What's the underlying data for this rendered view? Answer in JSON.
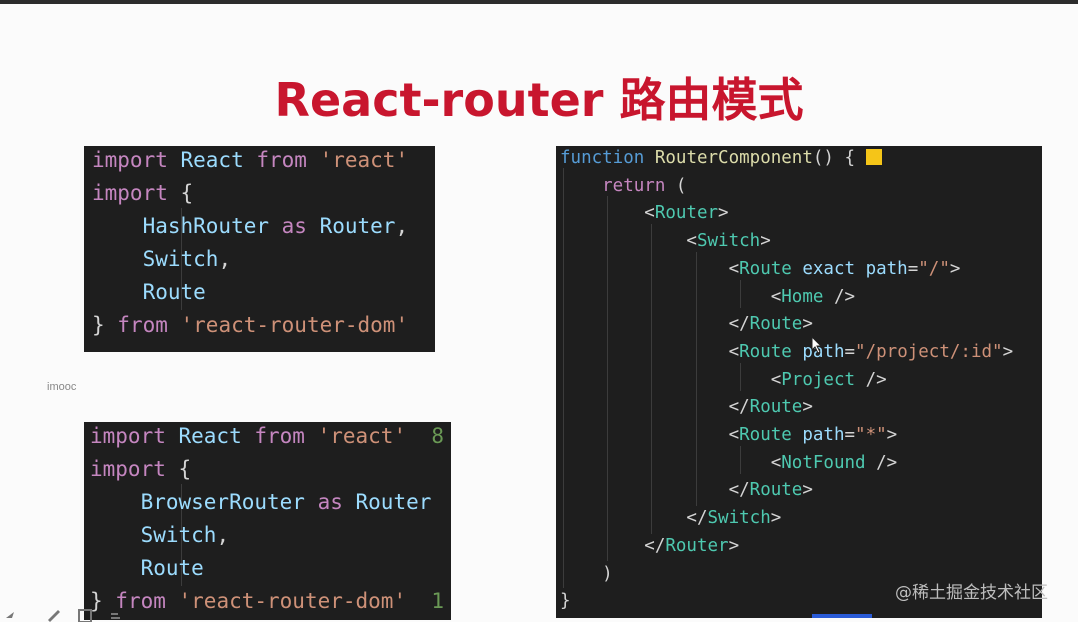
{
  "slide": {
    "title": "React-router 路由模式",
    "watermark_left": "imooc",
    "watermark_right": "@稀土掘金技术社区"
  },
  "code_hash": {
    "lines": [
      [
        {
          "t": "import",
          "c": "kw"
        },
        {
          "t": " React ",
          "c": "id"
        },
        {
          "t": "from",
          "c": "kw"
        },
        {
          "t": " 'react'",
          "c": "str"
        }
      ],
      [
        {
          "t": "import",
          "c": "kw"
        },
        {
          "t": " {",
          "c": "pl"
        }
      ],
      [
        {
          "t": "    HashRouter ",
          "c": "id"
        },
        {
          "t": "as",
          "c": "kw"
        },
        {
          "t": " Router",
          "c": "id"
        },
        {
          "t": ",",
          "c": "pl"
        }
      ],
      [
        {
          "t": "    Switch",
          "c": "id"
        },
        {
          "t": ",",
          "c": "pl"
        }
      ],
      [
        {
          "t": "    Route",
          "c": "id"
        }
      ],
      [
        {
          "t": "} ",
          "c": "pl"
        },
        {
          "t": "from",
          "c": "kw"
        },
        {
          "t": " 'react-router-dom'",
          "c": "str"
        }
      ]
    ]
  },
  "code_browser": {
    "lines": [
      [
        {
          "t": "import",
          "c": "kw"
        },
        {
          "t": " React ",
          "c": "id"
        },
        {
          "t": "from",
          "c": "kw"
        },
        {
          "t": " 'react'",
          "c": "str"
        },
        {
          "t": "  8",
          "c": "gr"
        }
      ],
      [
        {
          "t": "import",
          "c": "kw"
        },
        {
          "t": " {",
          "c": "pl"
        }
      ],
      [
        {
          "t": "    BrowserRouter ",
          "c": "id"
        },
        {
          "t": "as",
          "c": "kw"
        },
        {
          "t": " Router",
          "c": "id"
        }
      ],
      [
        {
          "t": "    Switch",
          "c": "id"
        },
        {
          "t": ",",
          "c": "pl"
        }
      ],
      [
        {
          "t": "    Route",
          "c": "id"
        }
      ],
      [
        {
          "t": "} ",
          "c": "pl"
        },
        {
          "t": "from",
          "c": "kw"
        },
        {
          "t": " 'react-router-dom'",
          "c": "str"
        },
        {
          "t": "  1",
          "c": "gr"
        }
      ]
    ]
  },
  "code_component": {
    "lines": [
      [
        {
          "t": "function",
          "c": "bl"
        },
        {
          "t": " RouterComponent",
          "c": "fn"
        },
        {
          "t": "() { ",
          "c": "pl"
        },
        {
          "t": "SQ",
          "c": "sq"
        }
      ],
      [
        {
          "t": "    return",
          "c": "kw"
        },
        {
          "t": " (",
          "c": "pl"
        }
      ],
      [
        {
          "t": "        <",
          "c": "pl"
        },
        {
          "t": "Router",
          "c": "tag"
        },
        {
          "t": ">",
          "c": "pl"
        }
      ],
      [
        {
          "t": "            <",
          "c": "pl"
        },
        {
          "t": "Switch",
          "c": "tag"
        },
        {
          "t": ">",
          "c": "pl"
        }
      ],
      [
        {
          "t": "                <",
          "c": "pl"
        },
        {
          "t": "Route",
          "c": "tag"
        },
        {
          "t": " exact path",
          "c": "id"
        },
        {
          "t": "=",
          "c": "pl"
        },
        {
          "t": "\"/\"",
          "c": "str"
        },
        {
          "t": ">",
          "c": "pl"
        }
      ],
      [
        {
          "t": "                    <",
          "c": "pl"
        },
        {
          "t": "Home",
          "c": "tag"
        },
        {
          "t": " />",
          "c": "pl"
        }
      ],
      [
        {
          "t": "                </",
          "c": "pl"
        },
        {
          "t": "Route",
          "c": "tag"
        },
        {
          "t": ">",
          "c": "pl"
        }
      ],
      [
        {
          "t": "                <",
          "c": "pl"
        },
        {
          "t": "Route",
          "c": "tag"
        },
        {
          "t": " path",
          "c": "id"
        },
        {
          "t": "=",
          "c": "pl"
        },
        {
          "t": "\"/project/:id\"",
          "c": "str"
        },
        {
          "t": ">",
          "c": "pl"
        }
      ],
      [
        {
          "t": "                    <",
          "c": "pl"
        },
        {
          "t": "Project",
          "c": "tag"
        },
        {
          "t": " />",
          "c": "pl"
        }
      ],
      [
        {
          "t": "                </",
          "c": "pl"
        },
        {
          "t": "Route",
          "c": "tag"
        },
        {
          "t": ">",
          "c": "pl"
        }
      ],
      [
        {
          "t": "                <",
          "c": "pl"
        },
        {
          "t": "Route",
          "c": "tag"
        },
        {
          "t": " path",
          "c": "id"
        },
        {
          "t": "=",
          "c": "pl"
        },
        {
          "t": "\"*\"",
          "c": "str"
        },
        {
          "t": ">",
          "c": "pl"
        }
      ],
      [
        {
          "t": "                    <",
          "c": "pl"
        },
        {
          "t": "NotFound",
          "c": "tag"
        },
        {
          "t": " />",
          "c": "pl"
        }
      ],
      [
        {
          "t": "                </",
          "c": "pl"
        },
        {
          "t": "Route",
          "c": "tag"
        },
        {
          "t": ">",
          "c": "pl"
        }
      ],
      [
        {
          "t": "            </",
          "c": "pl"
        },
        {
          "t": "Switch",
          "c": "tag"
        },
        {
          "t": ">",
          "c": "pl"
        }
      ],
      [
        {
          "t": "        </",
          "c": "pl"
        },
        {
          "t": "Router",
          "c": "tag"
        },
        {
          "t": ">",
          "c": "pl"
        }
      ],
      [
        {
          "t": "    )",
          "c": "pl"
        }
      ],
      [
        {
          "t": "}",
          "c": "pl"
        }
      ]
    ]
  },
  "icons": {
    "cursor": "mouse-pointer-icon",
    "bottom_tools": [
      "arrow-icon",
      "pen-icon",
      "square-icon",
      "menu-icon"
    ]
  }
}
